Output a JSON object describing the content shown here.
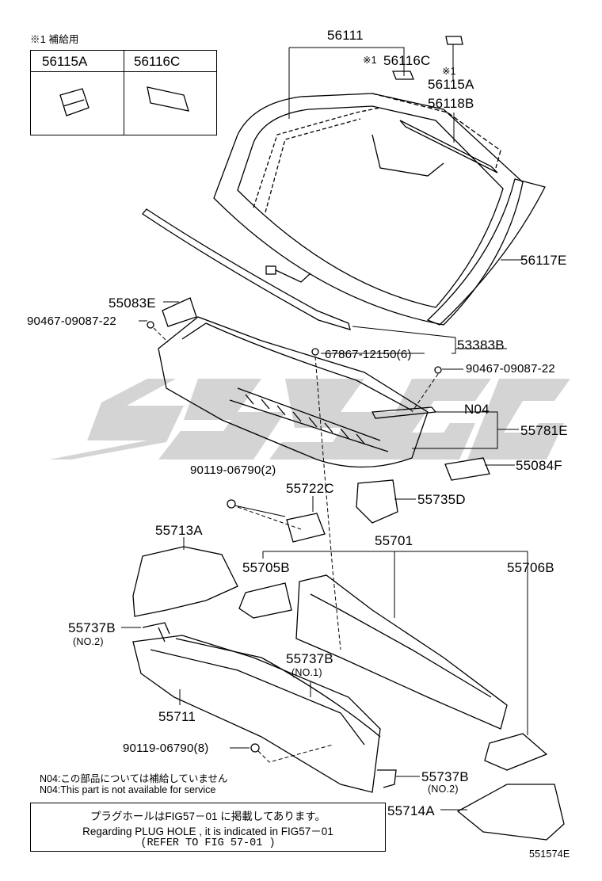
{
  "kit_box": {
    "header_note": "※1 補給用",
    "col1_part": "56115A",
    "col2_part": "56116C"
  },
  "parts": {
    "p56111": "56111",
    "p56116C": "56116C",
    "p56116C_mark": "※1",
    "p56115A_mark": "※1",
    "p56115A": "56115A",
    "p56118B": "56118B",
    "p56117E": "56117E",
    "p55083E": "55083E",
    "p90467_left": "90467-09087-22",
    "p53383B": "53383B",
    "p67867": "67867-12150(6)",
    "p90467_right": "90467-09087-22",
    "pN04": "N04",
    "p55781E": "55781E",
    "p55084F": "55084F",
    "p90119_top": "90119-06790(2)",
    "p55722C": "55722C",
    "p55735D": "55735D",
    "p55713A": "55713A",
    "p55701": "55701",
    "p55705B": "55705B",
    "p55706B": "55706B",
    "p55737B_left": "55737B",
    "p55737B_left_no": "(NO.2)",
    "p55737B_mid": "55737B",
    "p55737B_mid_no": "(NO.1)",
    "p55711": "55711",
    "p90119_bottom": "90119-06790(8)",
    "p55737B_right": "55737B",
    "p55737B_right_no": "(NO.2)",
    "p55714A": "55714A"
  },
  "notes": {
    "n04_jp": "N04:この部品については補給していません",
    "n04_en": "N04:This part is not available for service"
  },
  "reference_box": {
    "line1": "プラグホールはFIG57－01 に掲載してあります。",
    "line2": "Regarding PLUG HOLE , it is indicated in FIG57－01",
    "line3": "(REFER TO FIG   57-01 )"
  },
  "figure_code": "551574E",
  "colors": {
    "line": "#000000",
    "watermark": "#d6d6d6"
  }
}
